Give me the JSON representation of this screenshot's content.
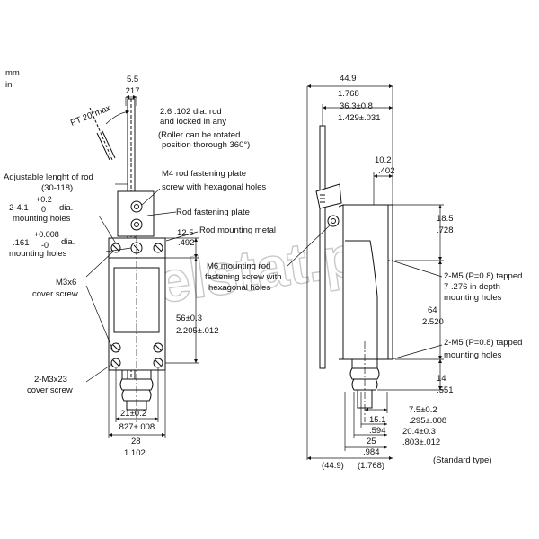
{
  "units": {
    "mm": "mm",
    "in": "in"
  },
  "watermark": "elstat.pl",
  "left_view": {
    "dim_top_mm": "5.5",
    "dim_top_in": ".217",
    "angle": "PT 20°max",
    "rod_note_1": "2.6 .102 dia. rod",
    "rod_note_2": "and locked in any",
    "roller_note_1": "(Roller can be rotated",
    "roller_note_2": "position thorough 360°)",
    "adj_rod_1": "Adjustable lenght of rod",
    "adj_rod_2": "(30-118)",
    "m4_plate_1": "M4 rod fastening plate",
    "m4_plate_2": "screw with hexagonal holes",
    "hole1_dim": "2-4.1",
    "hole1_plus": "+0.2",
    "hole1_zero": "0",
    "hole1_dia": "dia.",
    "hole1_label": "mounting holes",
    "rod_plate": "Rod fastening plate",
    "hole2_plus": "+0.008",
    "hole2_dim": ".161",
    "hole2_minus": "-0",
    "hole2_dia": "dia.",
    "hole2_label": "mounting holes",
    "rod_metal": "Rod mounting metal",
    "dim_12_5": "12.5",
    "dim_492": ".492",
    "m3x6_1": "M3x6",
    "m3x6_2": "cover screw",
    "dim_56": "56±0.3",
    "dim_2205": "2.205±.012",
    "m3x23_1": "2-M3x23",
    "m3x23_2": "cover screw",
    "dim_21": "21±0.2",
    "dim_827": ".827±.008",
    "dim_28": "28",
    "dim_1102": "1.102"
  },
  "right_view": {
    "dim_449": "44.9",
    "dim_1768": "1.768",
    "dim_363": "36.3±0.8",
    "dim_1429": "1.429±.031",
    "dim_102": "10.2",
    "dim_402": ".402",
    "dim_185": "18.5",
    "dim_728": ".728",
    "m5_tap_1": "2-M5 (P=0.8) tapped",
    "m5_tap_2": "7 .276 in depth",
    "m5_tap_3": "mounting holes",
    "m6_1": "M6 mounting rod",
    "m6_2": "fastening screw with",
    "m6_3": "hexagonal holes",
    "dim_64": "64",
    "dim_2520": "2.520",
    "m5_b_1": "2-M5 (P=0.8) tapped",
    "m5_b_2": "mounting holes",
    "dim_14": "14",
    "dim_551": ".551",
    "dim_75": "7.5±0.2",
    "dim_295": ".295±.008",
    "dim_151": "15.1",
    "dim_594": ".594",
    "dim_204": "20.4±0.3",
    "dim_803": ".803±.012",
    "dim_25": "25",
    "dim_984": ".984",
    "dim_bottom_mm": "(44.9)",
    "dim_bottom_in": "(1.768)",
    "standard": "(Standard type)"
  }
}
